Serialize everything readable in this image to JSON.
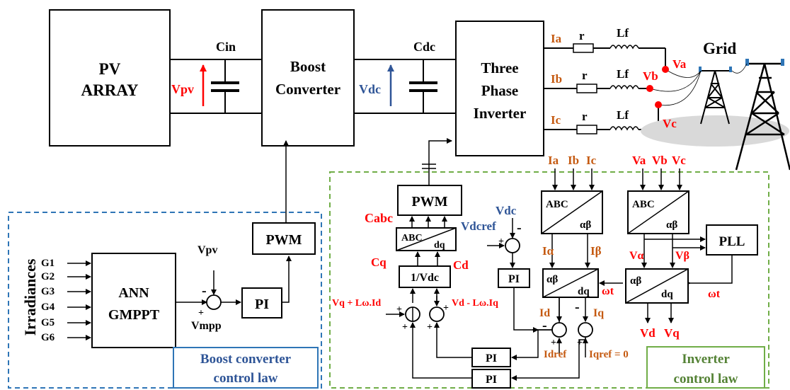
{
  "colors": {
    "red": "#ff0000",
    "blue": "#2f5597",
    "orange": "#c55a11",
    "green": "#548235",
    "dash_blue": "#2e75b6",
    "dash_green": "#70ad47"
  },
  "power": {
    "pv_line1": "PV",
    "pv_line2": "ARRAY",
    "cin": "Cin",
    "vpv": "Vpv",
    "boost_line1": "Boost",
    "boost_line2": "Converter",
    "cdc": "Cdc",
    "vdc": "Vdc",
    "inv_line1": "Three",
    "inv_line2": "Phase",
    "inv_line3": "Inverter",
    "grid": "Grid",
    "ia": "Ia",
    "ib": "Ib",
    "ic": "Ic",
    "r": "r",
    "lf": "Lf",
    "va": "Va",
    "vb": "Vb",
    "vc": "Vc"
  },
  "boost_ctrl": {
    "irradiances": "Irradiances",
    "inputs": [
      "G1",
      "G2",
      "G3",
      "G4",
      "G5",
      "G6"
    ],
    "ann_line1": "ANN",
    "ann_line2": "GMPPT",
    "vpv": "Vpv",
    "vmpp": "Vmpp",
    "minus": "-",
    "plus": "+",
    "pi": "PI",
    "pwm": "PWM",
    "title_line1": "Boost converter",
    "title_line2": "control law"
  },
  "inv_ctrl": {
    "pwm": "PWM",
    "cabc": "Cabc",
    "abc": "ABC",
    "dq": "dq",
    "cq": "Cq",
    "cd": "Cd",
    "inv_vdc": "1/Vdc",
    "vq_ff": "Vq + Lω.Id",
    "vd_ff": "Vd - Lω.Iq",
    "vdc": "Vdc",
    "vdcref": "Vdcref",
    "pi": "PI",
    "ia": "Ia",
    "ib": "Ib",
    "ic": "Ic",
    "alpha_beta": "αβ",
    "i_alpha": "Iα",
    "i_beta": "Iβ",
    "wt": "ωt",
    "id": "Id",
    "iq": "Iq",
    "idref": "Idref",
    "iqref": "Iqref = 0",
    "va": "Va",
    "vb": "Vb",
    "vc": "Vc",
    "v_alpha": "Vα",
    "v_beta": "Vβ",
    "pll": "PLL",
    "vd": "Vd",
    "vq": "Vq",
    "title_line1": "Inverter",
    "title_line2": "control law"
  }
}
